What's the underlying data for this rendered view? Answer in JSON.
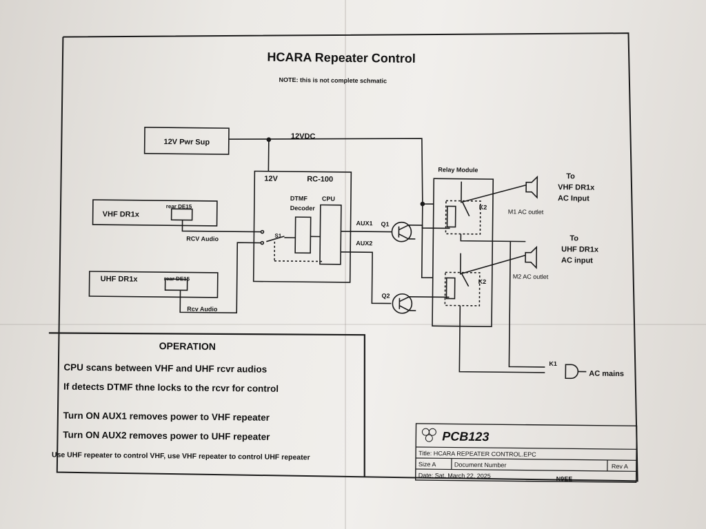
{
  "title": "HCARA Repeater Control",
  "note": "NOTE: this is not complete schmatic",
  "blocks": {
    "power_supply": "12V Pwr Sup",
    "supply_rail": "12VDC",
    "rc_input": "12V",
    "controller": "RC-100",
    "dtmf": [
      "DTMF",
      "Decoder"
    ],
    "cpu": "CPU",
    "switch": "S1",
    "aux1": "AUX1",
    "aux2": "AUX2",
    "q1": "Q1",
    "q2": "Q2",
    "vhf_radio": "VHF DR1x",
    "uhf_radio": "UHF DR1x",
    "vhf_conn": "rear DE15",
    "uhf_conn": "rear DE15",
    "vhf_audio": "RCV Audio",
    "uhf_audio": "Rcv Audio",
    "relay_module": "Relay Module",
    "k2_top": "K2",
    "k2_bottom": "K2",
    "m1": "M1 AC outlet",
    "m2": "M2 AC outlet",
    "k1": "K1",
    "ac_mains": "AC mains",
    "to_vhf": [
      "To",
      "VHF DR1x",
      "AC Input"
    ],
    "to_uhf": [
      "To",
      "UHF DR1x",
      "AC input"
    ]
  },
  "operation": {
    "heading": "OPERATION",
    "lines": [
      "CPU scans between VHF and UHF rcvr audios",
      "If detects DTMF thne locks to the rcvr for control",
      "Turn ON AUX1  removes power to VHF repeater",
      "Turn ON AUX2 removes power to UHF repeater",
      "Use UHF repeater to control VHF, use VHF repeater to control UHF repeater"
    ]
  },
  "title_block": {
    "logo": "PCB123",
    "title": "Title: HCARA REPEATER CONTROL.EPC",
    "size": "Size A",
    "doc_number": "Document Number",
    "rev": "Rev A",
    "date": "Date: Sat, March 22, 2025",
    "author": "N9EE"
  }
}
